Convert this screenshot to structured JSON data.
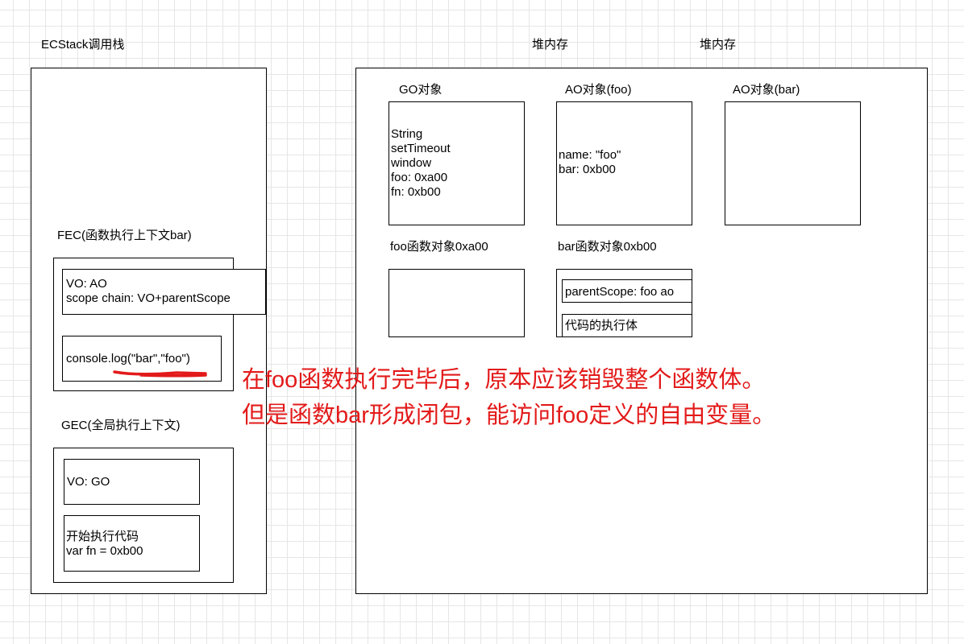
{
  "ecstack": {
    "title": "ECStack调用栈",
    "fec": {
      "label": "FEC(函数执行上下文bar)",
      "vo_lines": "VO: AO\nscope chain: VO+parentScope",
      "code": "console.log(\"bar\",\"foo\")"
    },
    "gec": {
      "label": "GEC(全局执行上下文)",
      "vo": "VO: GO",
      "code_lines": "开始执行代码\nvar fn = 0xb00"
    }
  },
  "heap": {
    "title_1": "堆内存",
    "title_2": "堆内存",
    "go": {
      "label": "GO对象",
      "lines": "String\nsetTimeout\nwindow\nfoo: 0xa00\nfn: 0xb00"
    },
    "ao_foo": {
      "label": "AO对象(foo)",
      "lines": "name: \"foo\"\nbar: 0xb00"
    },
    "ao_bar": {
      "label": "AO对象(bar)"
    },
    "foo_fn": {
      "label": "foo函数对象0xa00"
    },
    "bar_fn": {
      "label": "bar函数对象0xb00",
      "parent_scope": "parentScope: foo ao",
      "body": "代码的执行体"
    }
  },
  "annotation": {
    "line_1": "在foo函数执行完毕后，原本应该销毁整个函数体。",
    "line_2": "但是函数bar形成闭包，能访问foo定义的自由变量。",
    "color": "#e31a1a"
  }
}
